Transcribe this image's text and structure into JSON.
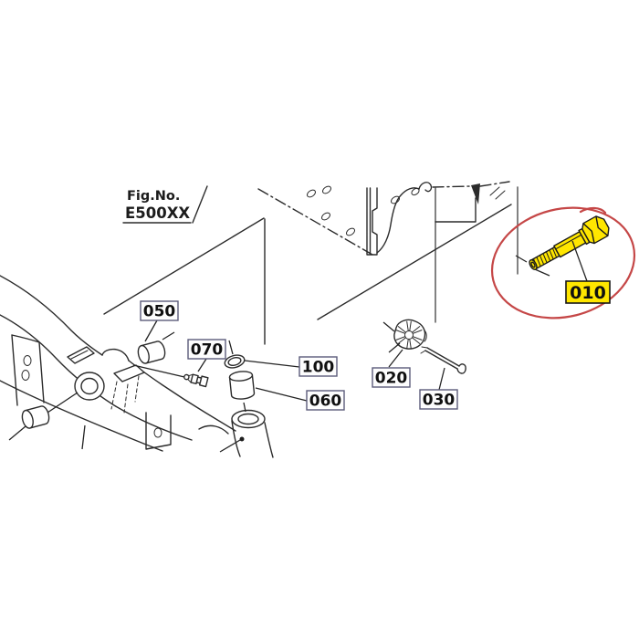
{
  "figure": {
    "fig_no_label": "Fig.No.",
    "fig_no_value": "E500XX"
  },
  "colors": {
    "highlight": "#FFE600",
    "circle_red": "#C54747",
    "label_border": "#5C5C7A"
  },
  "parts": [
    {
      "label": "010",
      "highlighted": true
    },
    {
      "label": "020",
      "highlighted": false
    },
    {
      "label": "030",
      "highlighted": false
    },
    {
      "label": "050",
      "highlighted": false
    },
    {
      "label": "060",
      "highlighted": false
    },
    {
      "label": "070",
      "highlighted": false
    },
    {
      "label": "100",
      "highlighted": false
    }
  ]
}
